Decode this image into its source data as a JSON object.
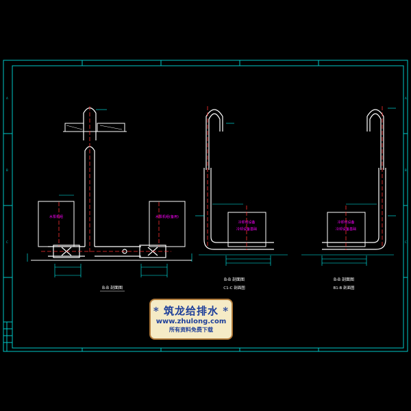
{
  "colors": {
    "background": "#000000",
    "frame": "#00c8c8",
    "pipe": "#ffffff",
    "centerline": "#ff3030",
    "dimension": "#00ffff",
    "equipment_text": "#ff00ff",
    "label": "#ffffff"
  },
  "labels": {
    "section_a_title": "B-B 剖面图",
    "section_b_title": "B-B 剖面图",
    "section_b_sub": "C1-C 剖面图",
    "section_c_title": "B-B 剖面图",
    "section_c_sub": "B1-B 剖面图",
    "equip_a1": "水泵机组",
    "equip_a2": "水泵机组(备用)",
    "equip_b_line1": "冷却塔设备",
    "equip_b_line2": "冷却设备基础",
    "equip_c_line1": "冷却塔设备",
    "equip_c_line2": "冷却设备基础"
  },
  "stamp": {
    "line1": "* 筑龙给排水 *",
    "line2": "www.zhulong.com",
    "line3": "所有资料免费下载"
  }
}
